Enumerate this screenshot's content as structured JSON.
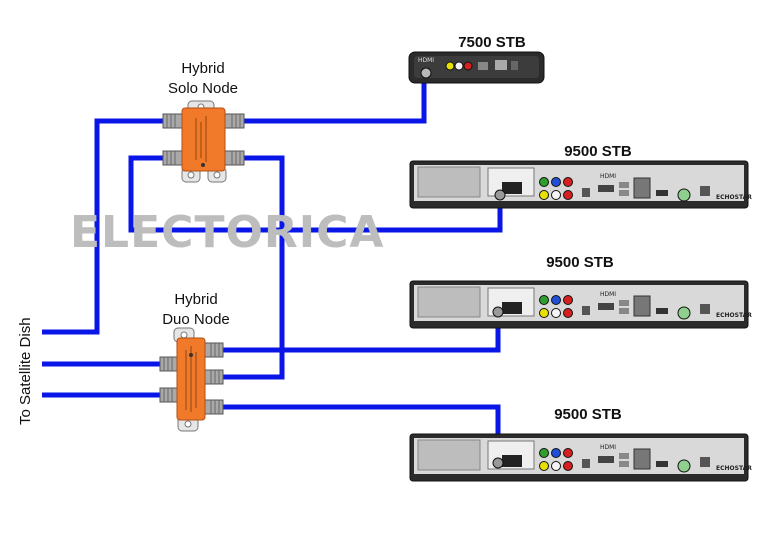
{
  "labels": {
    "solo_node": [
      "Hybrid",
      "Solo Node"
    ],
    "duo_node": [
      "Hybrid",
      "Duo Node"
    ],
    "dish": "To Satellite Dish",
    "watermark": "ELECTORICA"
  },
  "receivers": [
    {
      "label": "7500 STB"
    },
    {
      "label": "9500 STB"
    },
    {
      "label": "9500 STB"
    },
    {
      "label": "9500 STB"
    }
  ],
  "brand": "ECHOSTAR",
  "hdmi_text": "HDMI",
  "colors": {
    "wire": "#0a16e8",
    "node": "#f07a2a",
    "receiver_body": "#2b2b2b",
    "receiver_panel": "#cfcfcf",
    "watermark": "#bdbdbd"
  }
}
